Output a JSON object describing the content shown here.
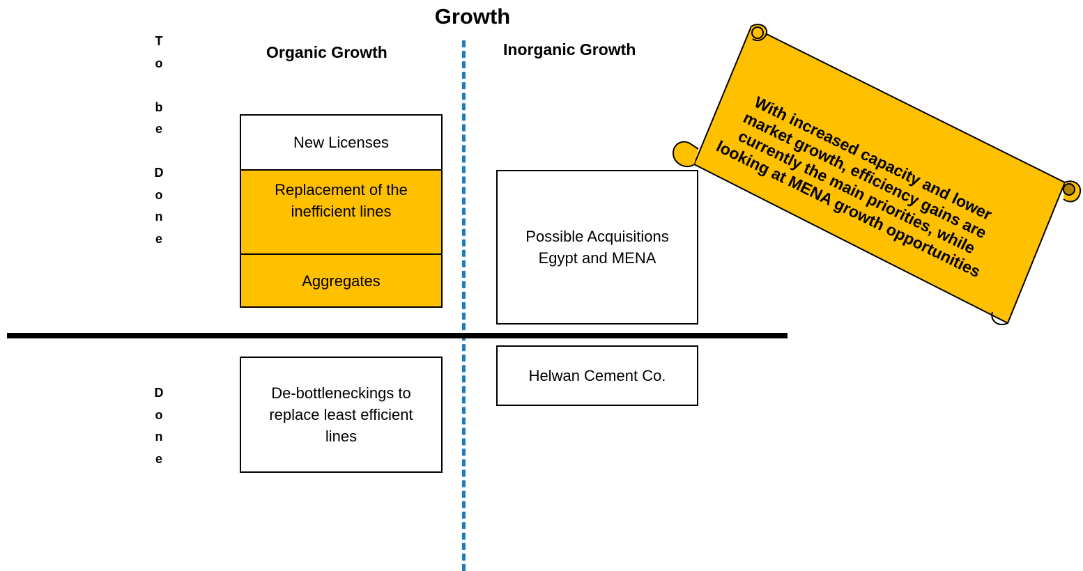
{
  "title": "Growth",
  "columns": {
    "organic": "Organic Growth",
    "inorganic": "Inorganic Growth"
  },
  "rows": {
    "to_be_done": "T\no\n\nb\ne\n\nD\no\nn\ne",
    "done": "D\no\nn\ne"
  },
  "boxes": {
    "new_licenses": "New Licenses",
    "replacement": "Replacement of the inefficient lines",
    "aggregates": "Aggregates",
    "acquisitions": "Possible Acquisitions Egypt and MENA",
    "debottlenecking": "De-bottleneckings to replace least efficient lines",
    "helwan": "Helwan Cement Co."
  },
  "callout": {
    "text": "With increased capacity and lower market growth, efficiency gains are currently the main priorities, while looking at MENA growth opportunities"
  },
  "colors": {
    "highlight": "#ffc000",
    "divider": "#1f7bc0"
  }
}
